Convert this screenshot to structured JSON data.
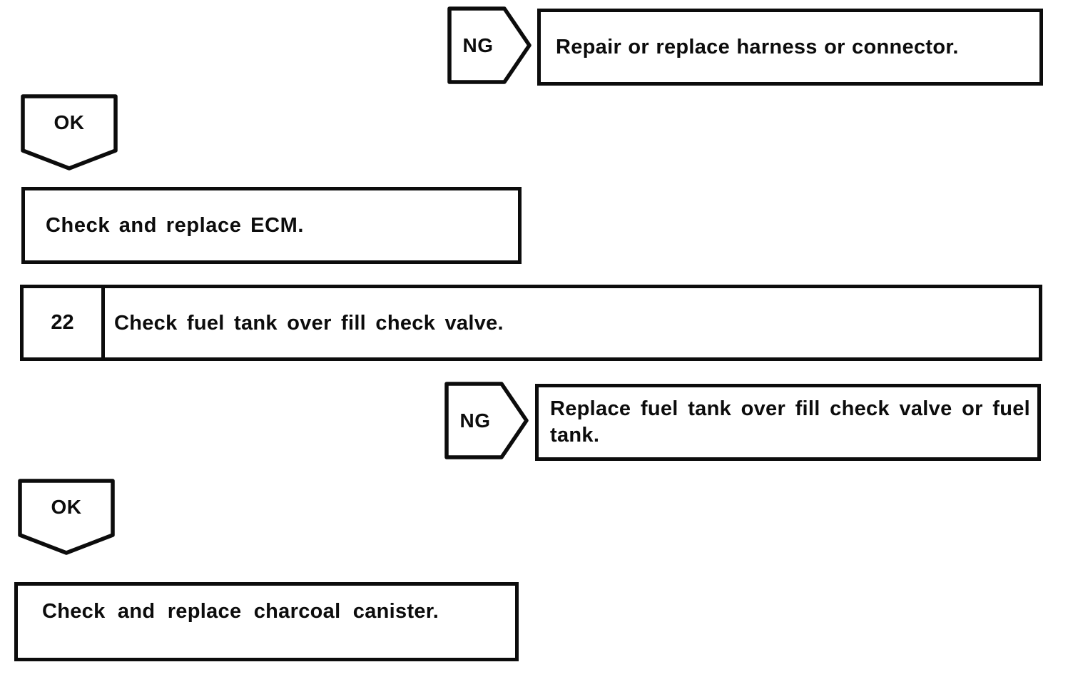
{
  "colors": {
    "ink": "#0c0c0c",
    "paper": "#ffffff"
  },
  "flow": {
    "branch_harness": {
      "connector_label": "NG",
      "action": "Repair or replace harness or connector."
    },
    "ok_to_ecm": {
      "connector_label": "OK"
    },
    "action_ecm": {
      "text": "Check and replace ECM."
    },
    "step": {
      "number": "22",
      "title": "Check fuel tank over fill check valve."
    },
    "branch_fuel_tank": {
      "connector_label": "NG",
      "action_line1": "Replace fuel tank over fill check valve or fuel",
      "action_line2": "tank."
    },
    "ok_to_canister": {
      "connector_label": "OK"
    },
    "action_canister": {
      "text": "Check and replace charcoal canister."
    }
  }
}
